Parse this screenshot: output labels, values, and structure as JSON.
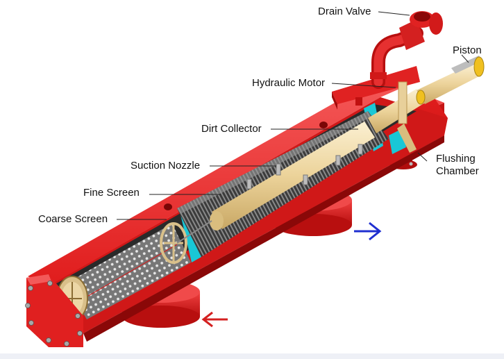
{
  "labels": {
    "drain_valve": "Drain Valve",
    "piston": "Piston",
    "hydraulic_motor": "Hydraulic Motor",
    "dirt_collector": "Dirt Collector",
    "flushing_chamber_line1": "Flushing",
    "flushing_chamber_line2": "Chamber",
    "suction_nozzle": "Suction Nozzle",
    "fine_screen": "Fine Screen",
    "coarse_screen": "Coarse Screen"
  },
  "flow_arrows": {
    "outlet_arrow_color": "#1f2fd0",
    "inlet_arrow_color": "#d42020"
  },
  "colors": {
    "housing": "#e32020",
    "housing_dark": "#a50d0d",
    "housing_light": "#f25050",
    "screen": "#5a5a5a",
    "collector_tube": "#f0dcaa",
    "accent_cyan": "#19c7d6"
  }
}
